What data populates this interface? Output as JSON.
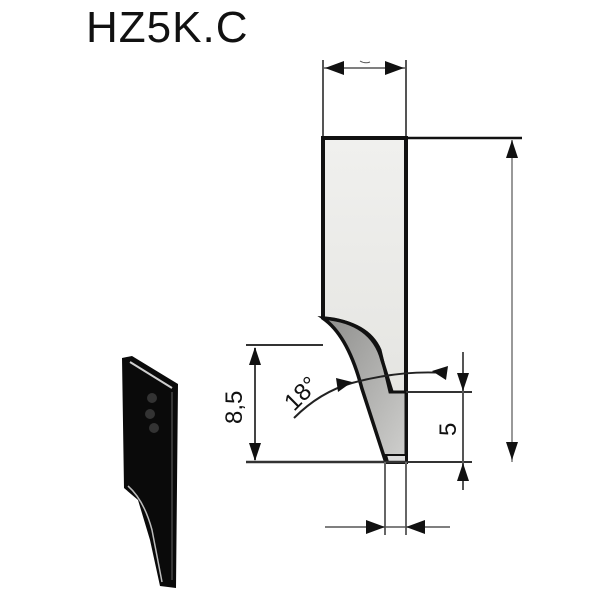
{
  "title": "HZ5K.C",
  "drawing": {
    "dimensions": {
      "top_width": "",
      "left_height": "8,5",
      "angle": "18°",
      "right_height": "5",
      "overall_height": "",
      "bottom_tip_width": ""
    },
    "colors": {
      "line": "#111111",
      "blade_body": "#ececea",
      "blade_bevel": "#b8b8b6",
      "dimension_line": "#555555",
      "photo_blade": "#0a0a0a"
    }
  }
}
